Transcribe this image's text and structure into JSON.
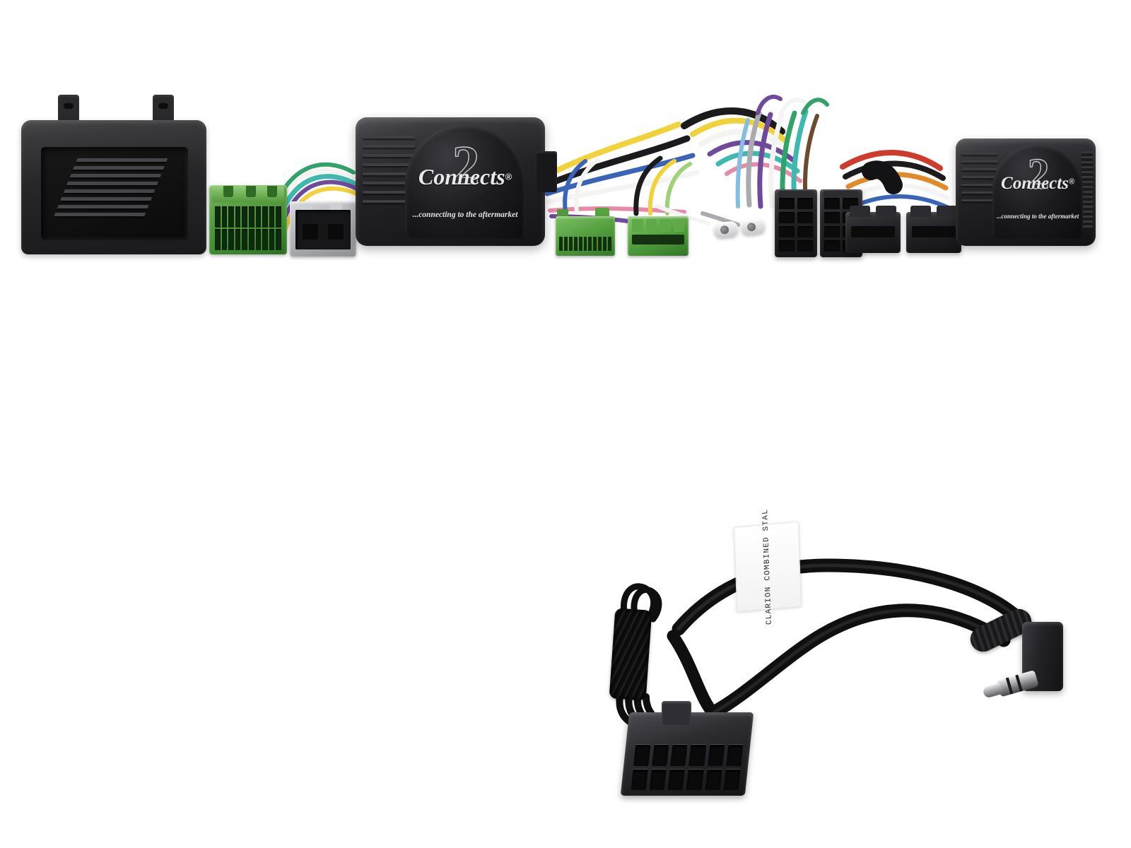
{
  "scene": {
    "background_color": "#ffffff",
    "description": "Product photograph of a vehicle steering wheel control interface harness kit with separate patch lead"
  },
  "brand": {
    "name": "Connects",
    "numeral": "2",
    "registered_mark": "®",
    "tagline": "...connecting to the aftermarket"
  },
  "parts": {
    "pocket": {
      "name": "black plastic housing pocket",
      "color": "#1e1e20",
      "tab_count": 2
    },
    "green_connector_20pin": {
      "name": "green 20-pin vehicle connector",
      "color": "#4f9a3b",
      "pins": 20
    },
    "grey_connector_2pin": {
      "name": "grey 2-pin connector",
      "color": "#b6b8bc",
      "pins": 2
    },
    "module_primary": {
      "name": "Connects2 steering wheel control interface module",
      "color": "#1d1d20"
    },
    "module_secondary": {
      "name": "Connects2 secondary interface module",
      "color": "#1b1b1e"
    },
    "green_connector_small": {
      "name": "green 11-pin connector",
      "color": "#4f9c3c",
      "pins": 11
    },
    "green_connector_blade": {
      "name": "green blade connector",
      "color": "#4f9c3c"
    },
    "bullet_connectors": {
      "name": "insulated bullet connectors",
      "color": "#e2e2e4",
      "count": 2
    },
    "iso_connectors": {
      "name": "black ISO power and speaker connectors",
      "color": "#232326",
      "count": 4
    },
    "patch_lead": {
      "name": "Clarion combined stalk patch lead",
      "molex_connector": {
        "name": "12-pin molex connector",
        "pins": 12,
        "color": "#1b1b1e"
      },
      "jack": {
        "name": "right-angle 3.5mm TRS jack plug",
        "size": "3.5mm"
      },
      "velcro_wrap": {
        "name": "velcro cable wrap",
        "color": "#0d0d0e"
      }
    }
  },
  "label": {
    "line1": "CLARION",
    "line2": "COMBINED STAL",
    "full_text": "CLARION COMBINED STAL"
  },
  "wire_colors": {
    "yellow": "#f2d23a",
    "black": "#1b1b1d",
    "white": "#f4f4f2",
    "purple": "#6f4a9c",
    "blue": "#3a64b8",
    "green": "#2fa36a",
    "teal": "#3fb9ad",
    "pink": "#e68aa8",
    "brown": "#6b4a2e",
    "red": "#cf3b2c",
    "orange": "#e08a2a",
    "grey": "#a9abae",
    "lightblue": "#86bde2",
    "lightgreen": "#9fd07a"
  }
}
